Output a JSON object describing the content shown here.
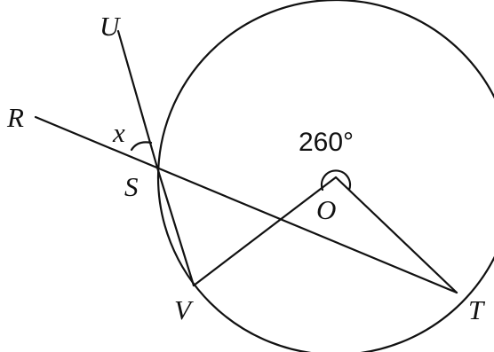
{
  "points": {
    "U": "U",
    "R": "R",
    "S": "S",
    "V": "V",
    "O": "O",
    "T": "T"
  },
  "angles": {
    "x": "x",
    "reflex_value": "260°"
  },
  "colors": {
    "ink": "#111111",
    "background": "#ffffff"
  }
}
